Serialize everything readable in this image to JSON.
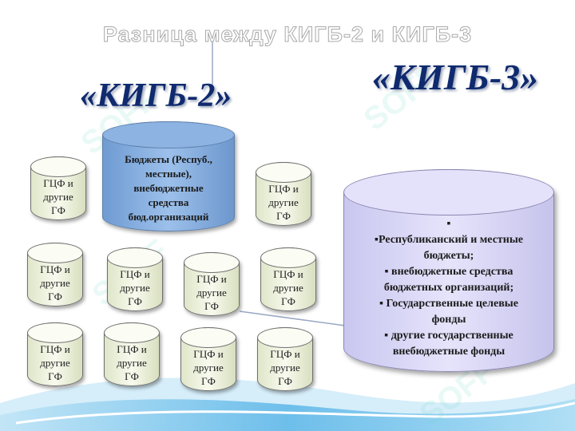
{
  "title": "Разница между КИГБ-2 и КИГБ-3",
  "left_heading": "«КИГБ-2»",
  "right_heading": "«КИГБ-3»",
  "budget_cylinder": "Бюджеты (Респуб.,\nместные),\nвнебюджетные\nсредства\nбюд.организаций",
  "small_cylinders": [
    "ГЦФ и\nдругие\nГФ",
    "ГЦФ и\nдругие\nГФ",
    "ГЦФ и\nдругие\nГФ",
    "ГЦФ и\nдругие\nГФ",
    "ГЦФ и\nдругие\nГФ",
    "ГЦФ и\nдругие\nГФ",
    "ГЦФ и\nдругие\nГФ",
    "ГЦФ и\nдругие\nГФ",
    "ГЦФ и\nдругие\nГФ",
    "ГЦФ и\nдругие\nГФ"
  ],
  "kigb3_cylinder": "▪\n▪Республиканский и местные\nбюджеты;\n▪ внебюджетные средства\nбюджетных организаций;\n▪ Государственные целевые\nфонды\n▪ другие государственные\nвнебюджетные фонды",
  "watermark": "SOFF",
  "colors": {
    "heading": "#0f2a6e",
    "budget_cylinder": "#8db3e3",
    "kigb3_cylinder": "#d9d7f6",
    "small_cylinder": "#eef2dc",
    "wave": "#5bb6e8"
  }
}
